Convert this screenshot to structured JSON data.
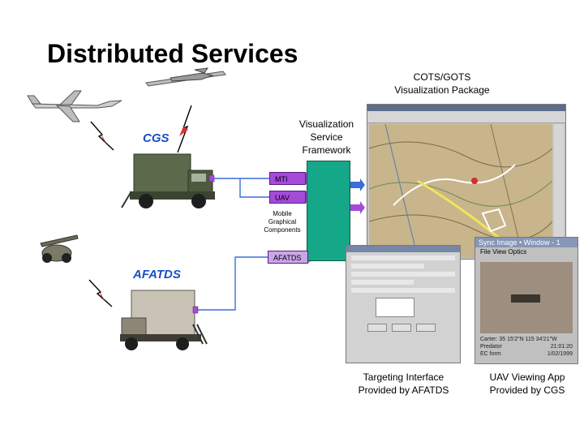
{
  "title": "Distributed Services",
  "labels": {
    "cgs": "CGS",
    "afatds": "AFATDS",
    "cots": "COTS/GOTS\nVisualization Package",
    "vsf": "Visualization\nService\nFramework",
    "mobile": "Mobile\nGraphical\nComponents",
    "targeting": "Targeting Interface\nProvided by AFATDS",
    "uav_app": "UAV Viewing App\nProvided by CGS"
  },
  "components": {
    "mti": "MTI",
    "uav": "UAV",
    "afatds": "AFATDS"
  },
  "uav_window": {
    "title": "Sync Image • Window - 1",
    "menu": "File  View  Optics",
    "caption_line1": "Carter: 35 15'2\"N 115 34'21\"W",
    "caption_line2": "Predator",
    "caption_line3": "EC form",
    "time": "21:01:20",
    "date": "1/02/1999"
  },
  "colors": {
    "framework": "#14a889",
    "component": "#a44bd9",
    "accent_label": "#1a4fc4",
    "link": "#3a6fd8"
  }
}
